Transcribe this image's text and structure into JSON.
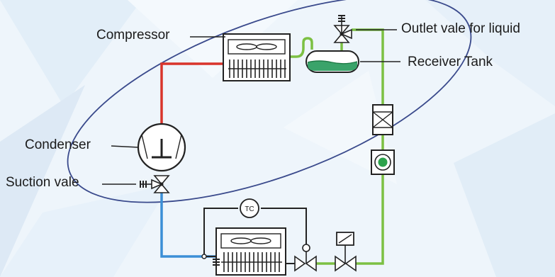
{
  "labels": {
    "compressor": "Compressor",
    "condenser": "Condenser",
    "suction_vale": "Suction vale",
    "outlet_vale": "Outlet vale for liquid",
    "receiver_tank": "Receiver Tank",
    "tc": "TC"
  },
  "colors": {
    "hot_gas_line": "#d9342b",
    "liquid_line": "#7cc043",
    "suction_line": "#3b8fd6",
    "ellipse": "#3a4a8c",
    "outline": "#222222",
    "tank_fill": "#3aa36a"
  }
}
